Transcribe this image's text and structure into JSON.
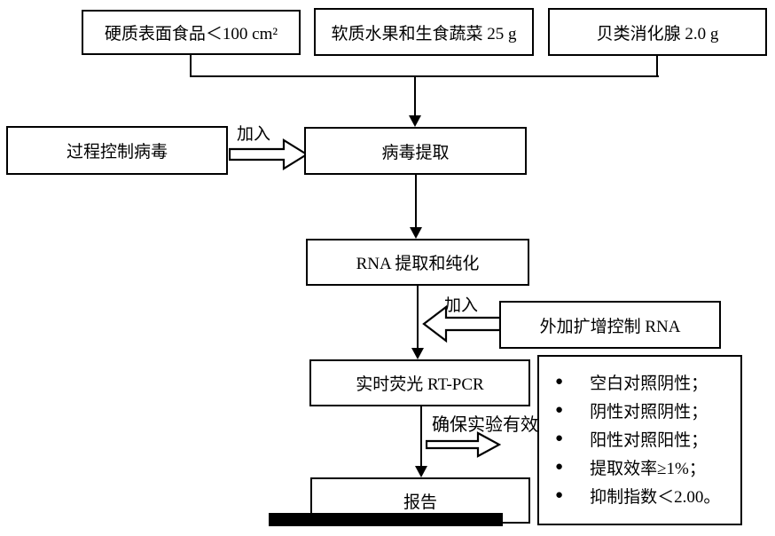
{
  "figure": {
    "nodes": {
      "hard_surface_food": "硬质表面食品＜100 cm²",
      "soft_produce": "软质水果和生食蔬菜 25 g",
      "shellfish_gland": "贝类消化腺 2.0 g",
      "process_control_virus": "过程控制病毒",
      "virus_extraction": "病毒提取",
      "rna_extraction": "RNA 提取和纯化",
      "spiked_amplification_control_rna": "外加扩增控制 RNA",
      "realtime_rtpcr": "实时荧光 RT-PCR",
      "report": "报告"
    },
    "edge_labels": {
      "add_process_control": "加入",
      "add_amplification_control": "加入",
      "ensure_experiment_valid": "确保实验有效"
    },
    "criteria": {
      "bullet_glyph": "●",
      "items": [
        "空白对照阴性；",
        "阴性对照阴性；",
        "阳性对照阳性；",
        "提取效率≥1%；",
        "抑制指数＜2.00。"
      ]
    },
    "colors": {
      "line": "#000000",
      "background": "#ffffff",
      "redaction_bar": "#000000"
    }
  }
}
